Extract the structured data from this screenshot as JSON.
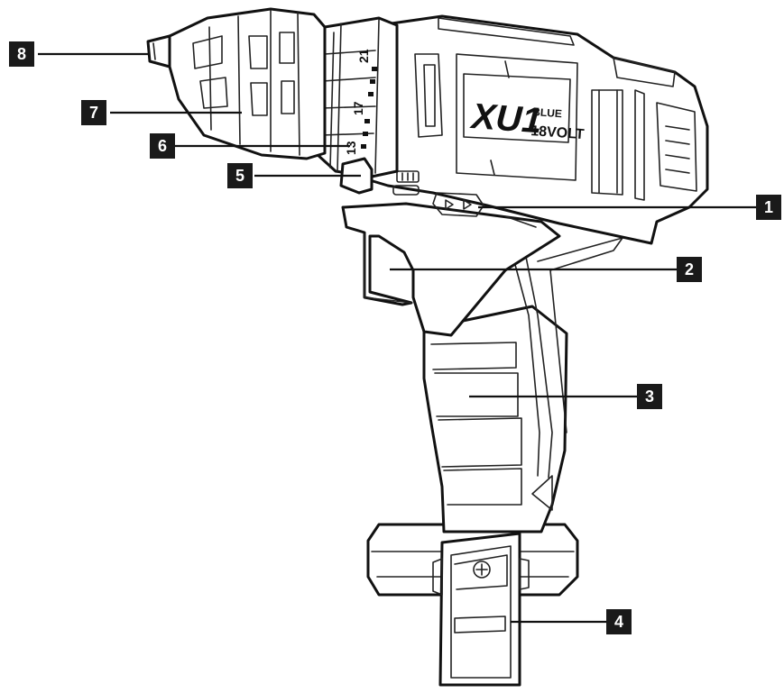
{
  "brand": {
    "logo": "XU1",
    "sub_top": "BLUE",
    "sub_bottom": "18VOLT"
  },
  "torque_scale": {
    "marks": [
      "13",
      "17",
      "21"
    ]
  },
  "callouts": [
    {
      "id": "1",
      "label": "1"
    },
    {
      "id": "2",
      "label": "2"
    },
    {
      "id": "3",
      "label": "3"
    },
    {
      "id": "4",
      "label": "4"
    },
    {
      "id": "5",
      "label": "5"
    },
    {
      "id": "6",
      "label": "6"
    },
    {
      "id": "7",
      "label": "7"
    },
    {
      "id": "8",
      "label": "8"
    }
  ]
}
